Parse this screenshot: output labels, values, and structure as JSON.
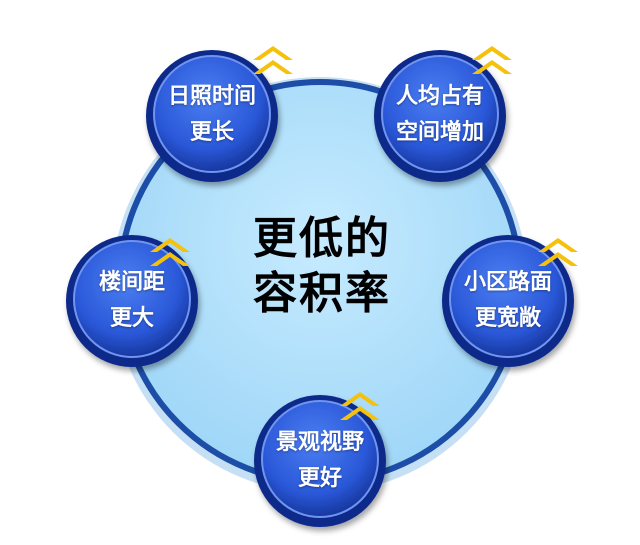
{
  "center": {
    "line1": "更低的",
    "line2": "容积率"
  },
  "nodes": [
    {
      "id": "sunlight",
      "line1": "日照时间",
      "line2": "更长",
      "icon": "up-chevron-icon"
    },
    {
      "id": "space",
      "line1": "人均占有",
      "line2": "空间增加",
      "icon": "up-chevron-icon"
    },
    {
      "id": "road",
      "line1": "小区路面",
      "line2": "更宽敞",
      "icon": "up-chevron-icon"
    },
    {
      "id": "view",
      "line1": "景观视野",
      "line2": "更好",
      "icon": "up-chevron-icon"
    },
    {
      "id": "distance",
      "line1": "楼间距",
      "line2": "更大",
      "icon": "up-chevron-icon"
    }
  ],
  "colors": {
    "hub_fill": "#a9dcf8",
    "hub_stroke": "#1c4ea8",
    "node_fill": "#2d5fe0",
    "node_dark": "#0d2a8a",
    "chevron": "#f4c20d",
    "text_center": "#000000",
    "text_node": "#ffffff"
  }
}
